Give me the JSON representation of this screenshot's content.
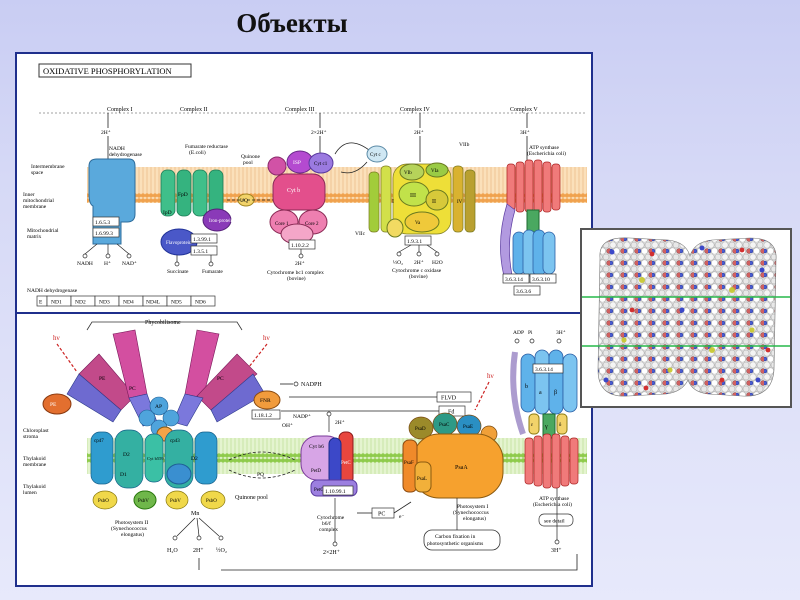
{
  "slide_title": "Объекты",
  "colors": {
    "frame": "#1f2f8c",
    "membrane": "#f3b36a",
    "thylakoid": "#a6d46c",
    "head": "#5c6fb7",
    "arrow": "#cc2222"
  },
  "top": {
    "title": "OXIDATIVE PHOSPHORYLATION",
    "complexes": [
      "Complex I",
      "Complex II",
      "Complex III",
      "Complex IV",
      "Complex V"
    ],
    "intermembrane": [
      "Intermembrane",
      "space"
    ],
    "inner_membrane": [
      "Inner",
      "mitochondrial",
      "membrane"
    ],
    "matrix": [
      "Mitochondrial",
      "matrix"
    ],
    "proton_labels": [
      "2H⁺",
      "2×2H⁺",
      "2H⁺",
      "3H⁺"
    ],
    "nadh_label": [
      "NADH",
      "dehydrogenase"
    ],
    "fumarate_label": [
      "Fumarate reductase",
      "(E.coli)"
    ],
    "quinone_pool": [
      "Quinone",
      "pool"
    ],
    "atp_label": [
      "ATP synthase",
      "(Escherichia coli)"
    ],
    "ec": {
      "c1a": "1.6.5.3",
      "c1b": "1.6.99.3",
      "c2a": "1.3.99.1",
      "c2b": "1.3.5.1",
      "c3": "1.10.2.2",
      "c4": "1.9.3.1",
      "c5a": "3.6.3.14",
      "c5b": "3.6.3.10",
      "c5c": "3.6.3.6"
    },
    "complex1_bottom": [
      "NADH",
      "H⁺",
      "NAD⁺"
    ],
    "succinate": "Succinate",
    "fumarate": "Fumarate",
    "cyt_bc1": [
      "Cytochrome bc1 complex",
      "(bovine)"
    ],
    "cyt_c_ox": [
      "Cytochrome c oxidase",
      "(bovine)"
    ],
    "h2o": "H2O",
    "half_o2": "½O₂",
    "two_h_c3": "2H⁺",
    "subunits": {
      "fp": "FpD",
      "ip": "IpD",
      "cytb": "Cyt b",
      "isp": "ISP",
      "cytc1": "Cyt c1",
      "core": "Core 1",
      "core2": "Core 2",
      "cytc": "Cyt c",
      "fe": "Iron-protein",
      "flavo": "Flavoprotein",
      "uq": "UQ",
      "vIIb": "VIIb",
      "vIIc": "VIIc",
      "vIa": "VIa",
      "vIb": "VIb",
      "i": "I",
      "ii": "II",
      "iii": "III",
      "iv": "IV",
      "va": "Va"
    },
    "nadh_dehydrogenase_table": "NADH dehydrogenase",
    "nd_row": [
      "E",
      "ND1",
      "ND2",
      "ND3",
      "ND4",
      "ND4L",
      "ND5",
      "ND6"
    ]
  },
  "bottom": {
    "phycobilisome": "Phycobilisome",
    "hv": "hν",
    "pe": "PE",
    "pc": "PC",
    "ap": "AP",
    "fnr": "FNR",
    "nadph": "NADPH",
    "nadp": [
      "NADP⁺",
      "OH⁺"
    ],
    "chloroplast": [
      "Chloroplast",
      "stroma"
    ],
    "thylakoid_membrane": [
      "Thylakoid",
      "membrane"
    ],
    "thylakoid_lumen": [
      "Thylakoid",
      "lumen"
    ],
    "ps2_sub": [
      "cp47",
      "D2",
      "Cyt b559",
      "cp43",
      "D1",
      "D2"
    ],
    "ps_o": [
      "PsbO",
      "PsbV",
      "PsbV",
      "PsbO"
    ],
    "mn": "Mn",
    "h2o": "H₂O",
    "two_h_b": "2H⁺",
    "half_o2": "½O₂",
    "ps2_label": [
      "Photosystem II",
      "(Synechococcus",
      "elongatus)"
    ],
    "quinone_pool": "Quinone pool",
    "cyt_b6f": [
      "Cytochrome",
      "b6/f",
      "complex"
    ],
    "cyt_parts": [
      "Cyt b6",
      "PetD",
      "PetC",
      "PetG"
    ],
    "pq": "PQ",
    "ec": {
      "fnr": "1.18.1.2",
      "cyt": "1.10.99.1",
      "atp": "3.6.3.14"
    },
    "two_h_top": "2H⁺",
    "two_x_2h": "2×2H⁺",
    "fdx": "FLVD",
    "fd": "Fd",
    "pc_label": "PC",
    "e_minus": "e⁻",
    "ps1_parts": [
      "PsaD",
      "PsaC",
      "PsaE",
      "PsaF",
      "PsaL",
      "PsaA"
    ],
    "ps1_label": [
      "Photosystem I",
      "(Synechococcus",
      "elongatus)"
    ],
    "carbon_fixation": [
      "Carbon fixation in",
      "photosynthetic organisms"
    ],
    "adp_pi": [
      "ADP",
      "Pi"
    ],
    "three_h": "3H⁺",
    "three_h_bottom": "3H⁺",
    "atp_sub": [
      "b",
      "a",
      "β",
      "γ",
      "δ",
      "ε"
    ],
    "atp_label": [
      "ATP synthase",
      "(Escherichia coli)"
    ],
    "see_detail": "see detail"
  }
}
